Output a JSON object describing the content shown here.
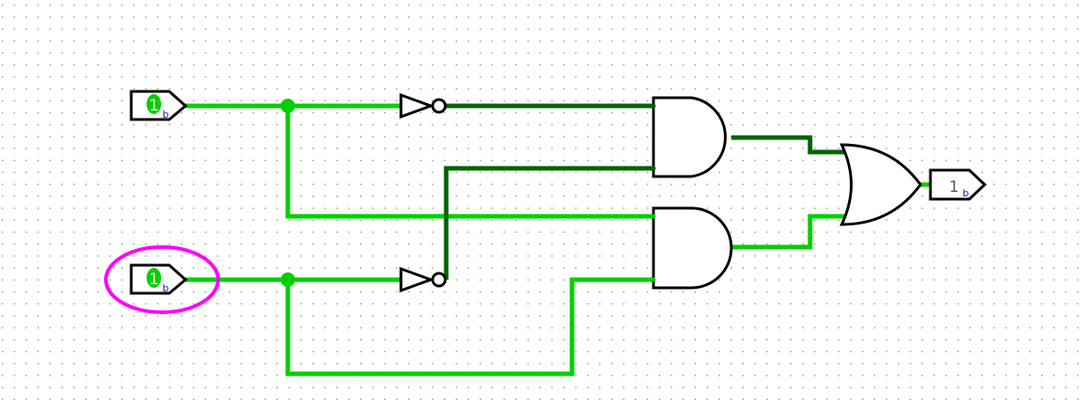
{
  "circuit": {
    "inputs": [
      {
        "value": "1",
        "radix": "b"
      },
      {
        "value": "1",
        "radix": "b"
      }
    ],
    "output": {
      "value": "1",
      "radix": "b"
    },
    "colors": {
      "wire_active": "#00d000",
      "wire_inactive": "#006400",
      "highlight": "#ff00ff",
      "grid_dot": "#777777"
    },
    "gates": [
      "not-gate",
      "not-gate",
      "and-gate",
      "and-gate",
      "or-gate"
    ],
    "selected_component": "input-pin-b"
  }
}
